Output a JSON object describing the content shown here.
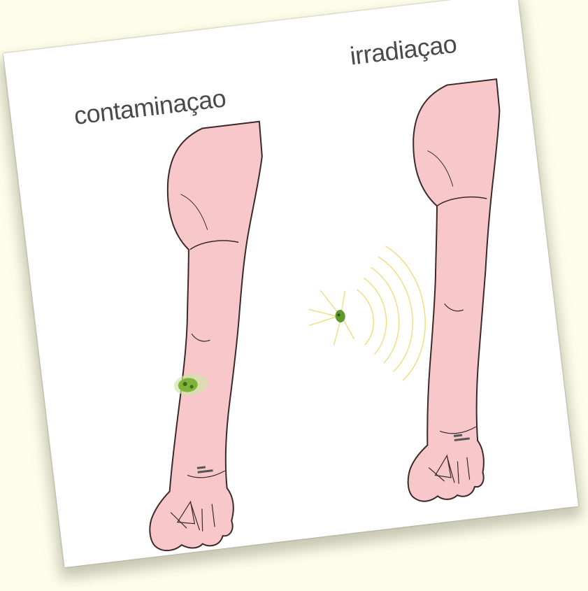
{
  "labels": {
    "left_title": "contaminaçao",
    "right_title": "irradiaçao"
  },
  "colors": {
    "background": "#fdfde9",
    "card": "#ffffff",
    "skin": "#f7c7c9",
    "outline": "#3a2a2a",
    "contamination": "#7fb33a",
    "radiation": "#f1dc7c"
  },
  "icons": {
    "left_figure": "arm-contamination-illustration",
    "right_figure": "arm-irradiation-illustration"
  }
}
